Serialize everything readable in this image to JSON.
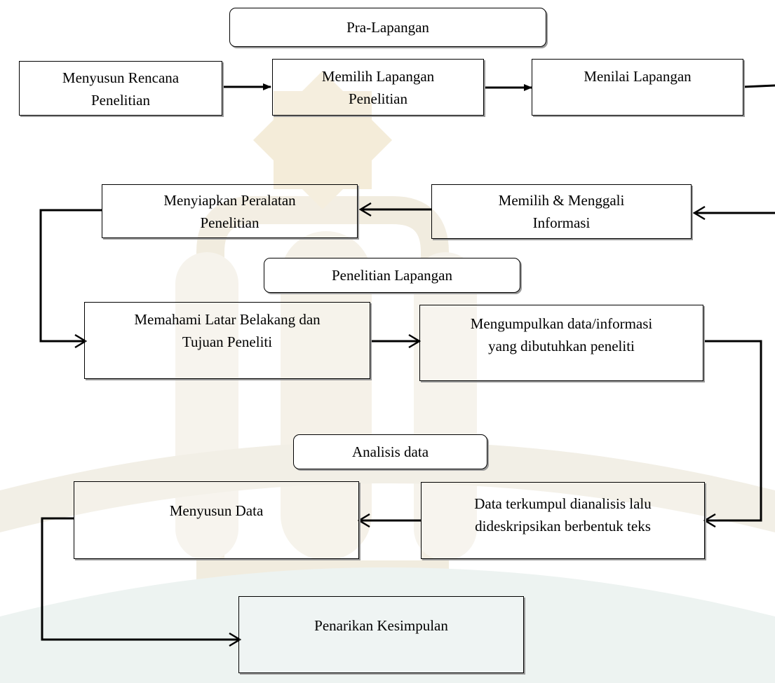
{
  "phases": {
    "pre_field": "Pra-Lapangan",
    "field_research": "Penelitian Lapangan",
    "data_analysis": "Analisis data"
  },
  "steps": {
    "plan_research": [
      "Menyusun Rencana",
      "Penelitian"
    ],
    "choose_field": [
      "Memilih Lapangan",
      "Penelitian"
    ],
    "assess_field": [
      "Menilai Lapangan"
    ],
    "select_informants": [
      "Memilih & Menggali",
      "Informasi"
    ],
    "prepare_equipment": [
      "Menyiapkan Peralatan",
      "Penelitian"
    ],
    "understand_background": [
      "Memahami Latar Belakang dan",
      "Tujuan Peneliti"
    ],
    "collect_data": [
      "Mengumpulkan data/informasi",
      "yang dibutuhkan peneliti"
    ],
    "analyze_data": [
      "Data terkumpul dianalisis lalu",
      "dideskripsikan berbentuk teks"
    ],
    "compile_data": [
      "Menyusun Data"
    ],
    "conclusion": [
      "Penarikan Kesimpulan"
    ]
  },
  "colors": {
    "stroke": "#000000",
    "shadow": "#9a9a9a",
    "watermark": "#f2ede2"
  }
}
